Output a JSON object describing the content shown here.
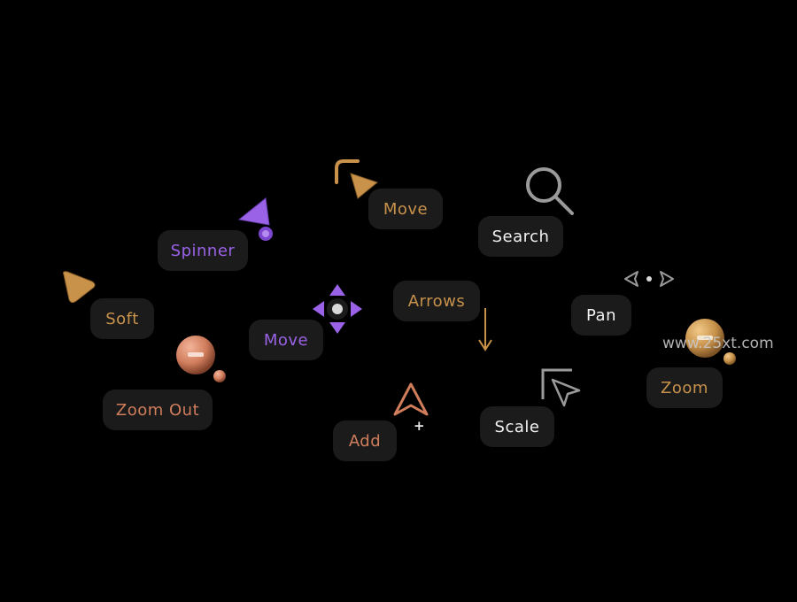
{
  "colors": {
    "background": "#000000",
    "chip": "#1b1b1c",
    "gold": "#c8924a",
    "white": "#f2f2f2",
    "purple": "#9a62e6",
    "copper": "#d07d5c",
    "gray": "#9a9a9a"
  },
  "labels": {
    "move_top": "Move",
    "search": "Search",
    "spinner": "Spinner",
    "soft": "Soft",
    "move_left": "Move",
    "arrows": "Arrows",
    "pan": "Pan",
    "zoom": "Zoom",
    "zoom_out": "Zoom Out",
    "add": "Add",
    "scale": "Scale"
  },
  "icons": {
    "move_top": "curved-arrow-cursor-icon",
    "search": "magnifier-icon",
    "spinner": "purple-cursor-spinner-icon",
    "soft": "soft-gold-cursor-icon",
    "move_left": "four-way-move-icon",
    "arrows": "down-arrow-icon",
    "pan": "pan-arrows-icon",
    "zoom": "zoom-in-ball-icon",
    "zoom_out": "zoom-out-ball-icon",
    "add": "add-cursor-icon",
    "add_plus": "plus-icon",
    "scale": "scale-cursor-icon"
  },
  "watermark": "www.25xt.com"
}
